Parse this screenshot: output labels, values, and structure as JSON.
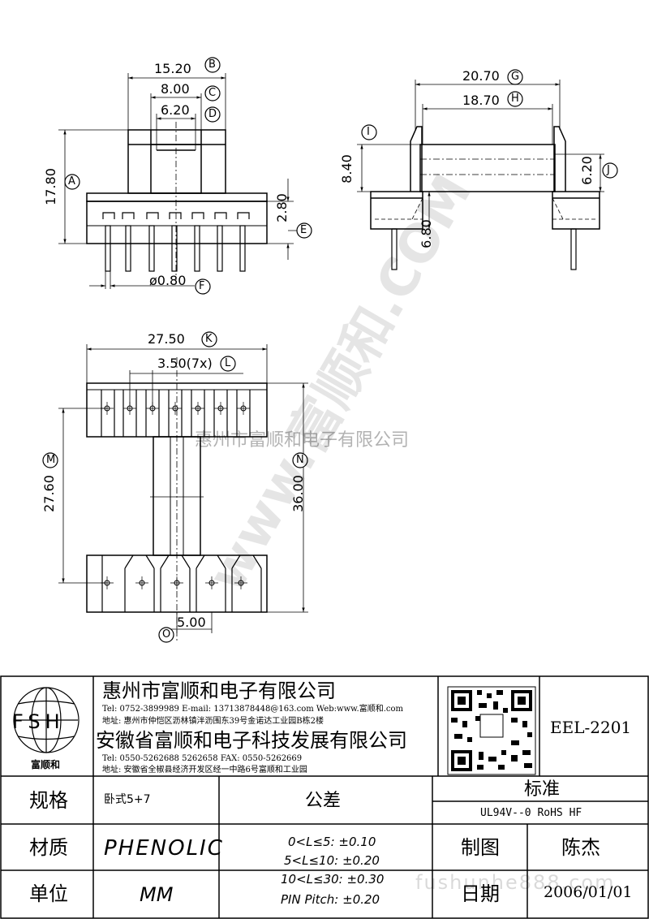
{
  "dimensions": {
    "b": "15.20",
    "c": "8.00",
    "d": "6.20",
    "a": "17.80",
    "e": "2.80",
    "f": "ø0.80",
    "g": "20.70",
    "h": "18.70",
    "i_val": "8.40",
    "j": "6.20",
    "k_val": "6.80",
    "k": "27.50",
    "l": "3.50(7x)",
    "m": "27.60",
    "n": "36.00",
    "o": "5.00"
  },
  "callouts": {
    "A": "A",
    "B": "B",
    "C": "C",
    "D": "D",
    "E": "E",
    "F": "F",
    "G": "G",
    "H": "H",
    "I": "I",
    "J": "J",
    "K": "K",
    "L": "L",
    "M": "M",
    "N": "N",
    "O": "O"
  },
  "watermark": {
    "diagonal": "www.富顺和.COM",
    "company": "惠州市富顺和电子有限公司",
    "url": "fushunhe888.com"
  },
  "title_block": {
    "logo_text": "FSH",
    "logo_caption": "富顺和",
    "company1_name": "惠州市富顺和电子有限公司",
    "company1_contact": "Tel:  0752-3899989  E-mail: 13713878448@163.com  Web:www.富顺和.com",
    "company1_address": "地址:  惠州市仲恺区沥林镇泮沥围东39号金诺达工业园B栋2楼",
    "company2_name": "安徽省富顺和电子科技发展有限公司",
    "company2_contact": "Tel:  0550-5262688  5262658      FAX:  0550-5262669",
    "company2_address": "地址:  安徽省全椒县经济开发区经一中路6号富顺和工业园",
    "part_number": "EEL-2201",
    "spec_label": "规格",
    "spec_value": "卧式5+7",
    "tolerance_label": "公差",
    "tolerances": [
      "0<L≤5: ±0.10",
      "5<L≤10: ±0.20",
      "10<L≤30: ±0.30",
      "PIN Pitch: ±0.20"
    ],
    "standard_label": "标准",
    "standard_value": "UL94V--0  RoHS HF",
    "material_label": "材质",
    "material_value": "PHENOLIC",
    "drawn_label": "制图",
    "drawn_value": "陈杰",
    "unit_label": "单位",
    "unit_value": "MM",
    "date_label": "日期",
    "date_value": "2006/01/01"
  }
}
